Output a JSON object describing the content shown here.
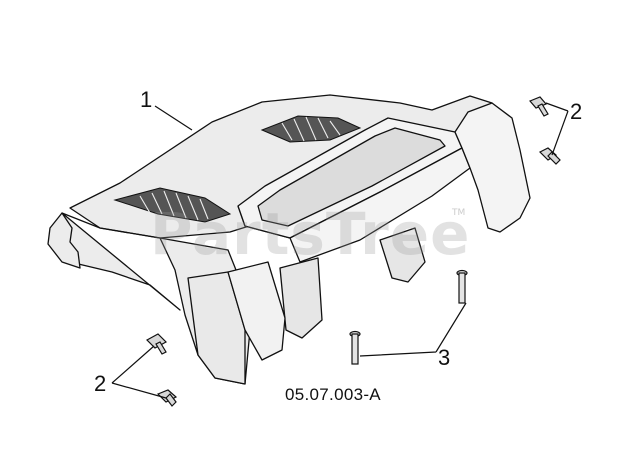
{
  "diagram": {
    "callouts": [
      {
        "id": "c1",
        "label": "1"
      },
      {
        "id": "c2a",
        "label": "2"
      },
      {
        "id": "c2b",
        "label": "2"
      },
      {
        "id": "c3",
        "label": "3"
      }
    ],
    "part_code": "05.07.003-A",
    "watermark": "PartsTree",
    "trademark": "TM"
  },
  "colors": {
    "line": "#111111",
    "body_fill": "#ececec",
    "shadow_fill": "#bdbdbd",
    "grille_fill": "#555555",
    "watermark": "#969696"
  }
}
